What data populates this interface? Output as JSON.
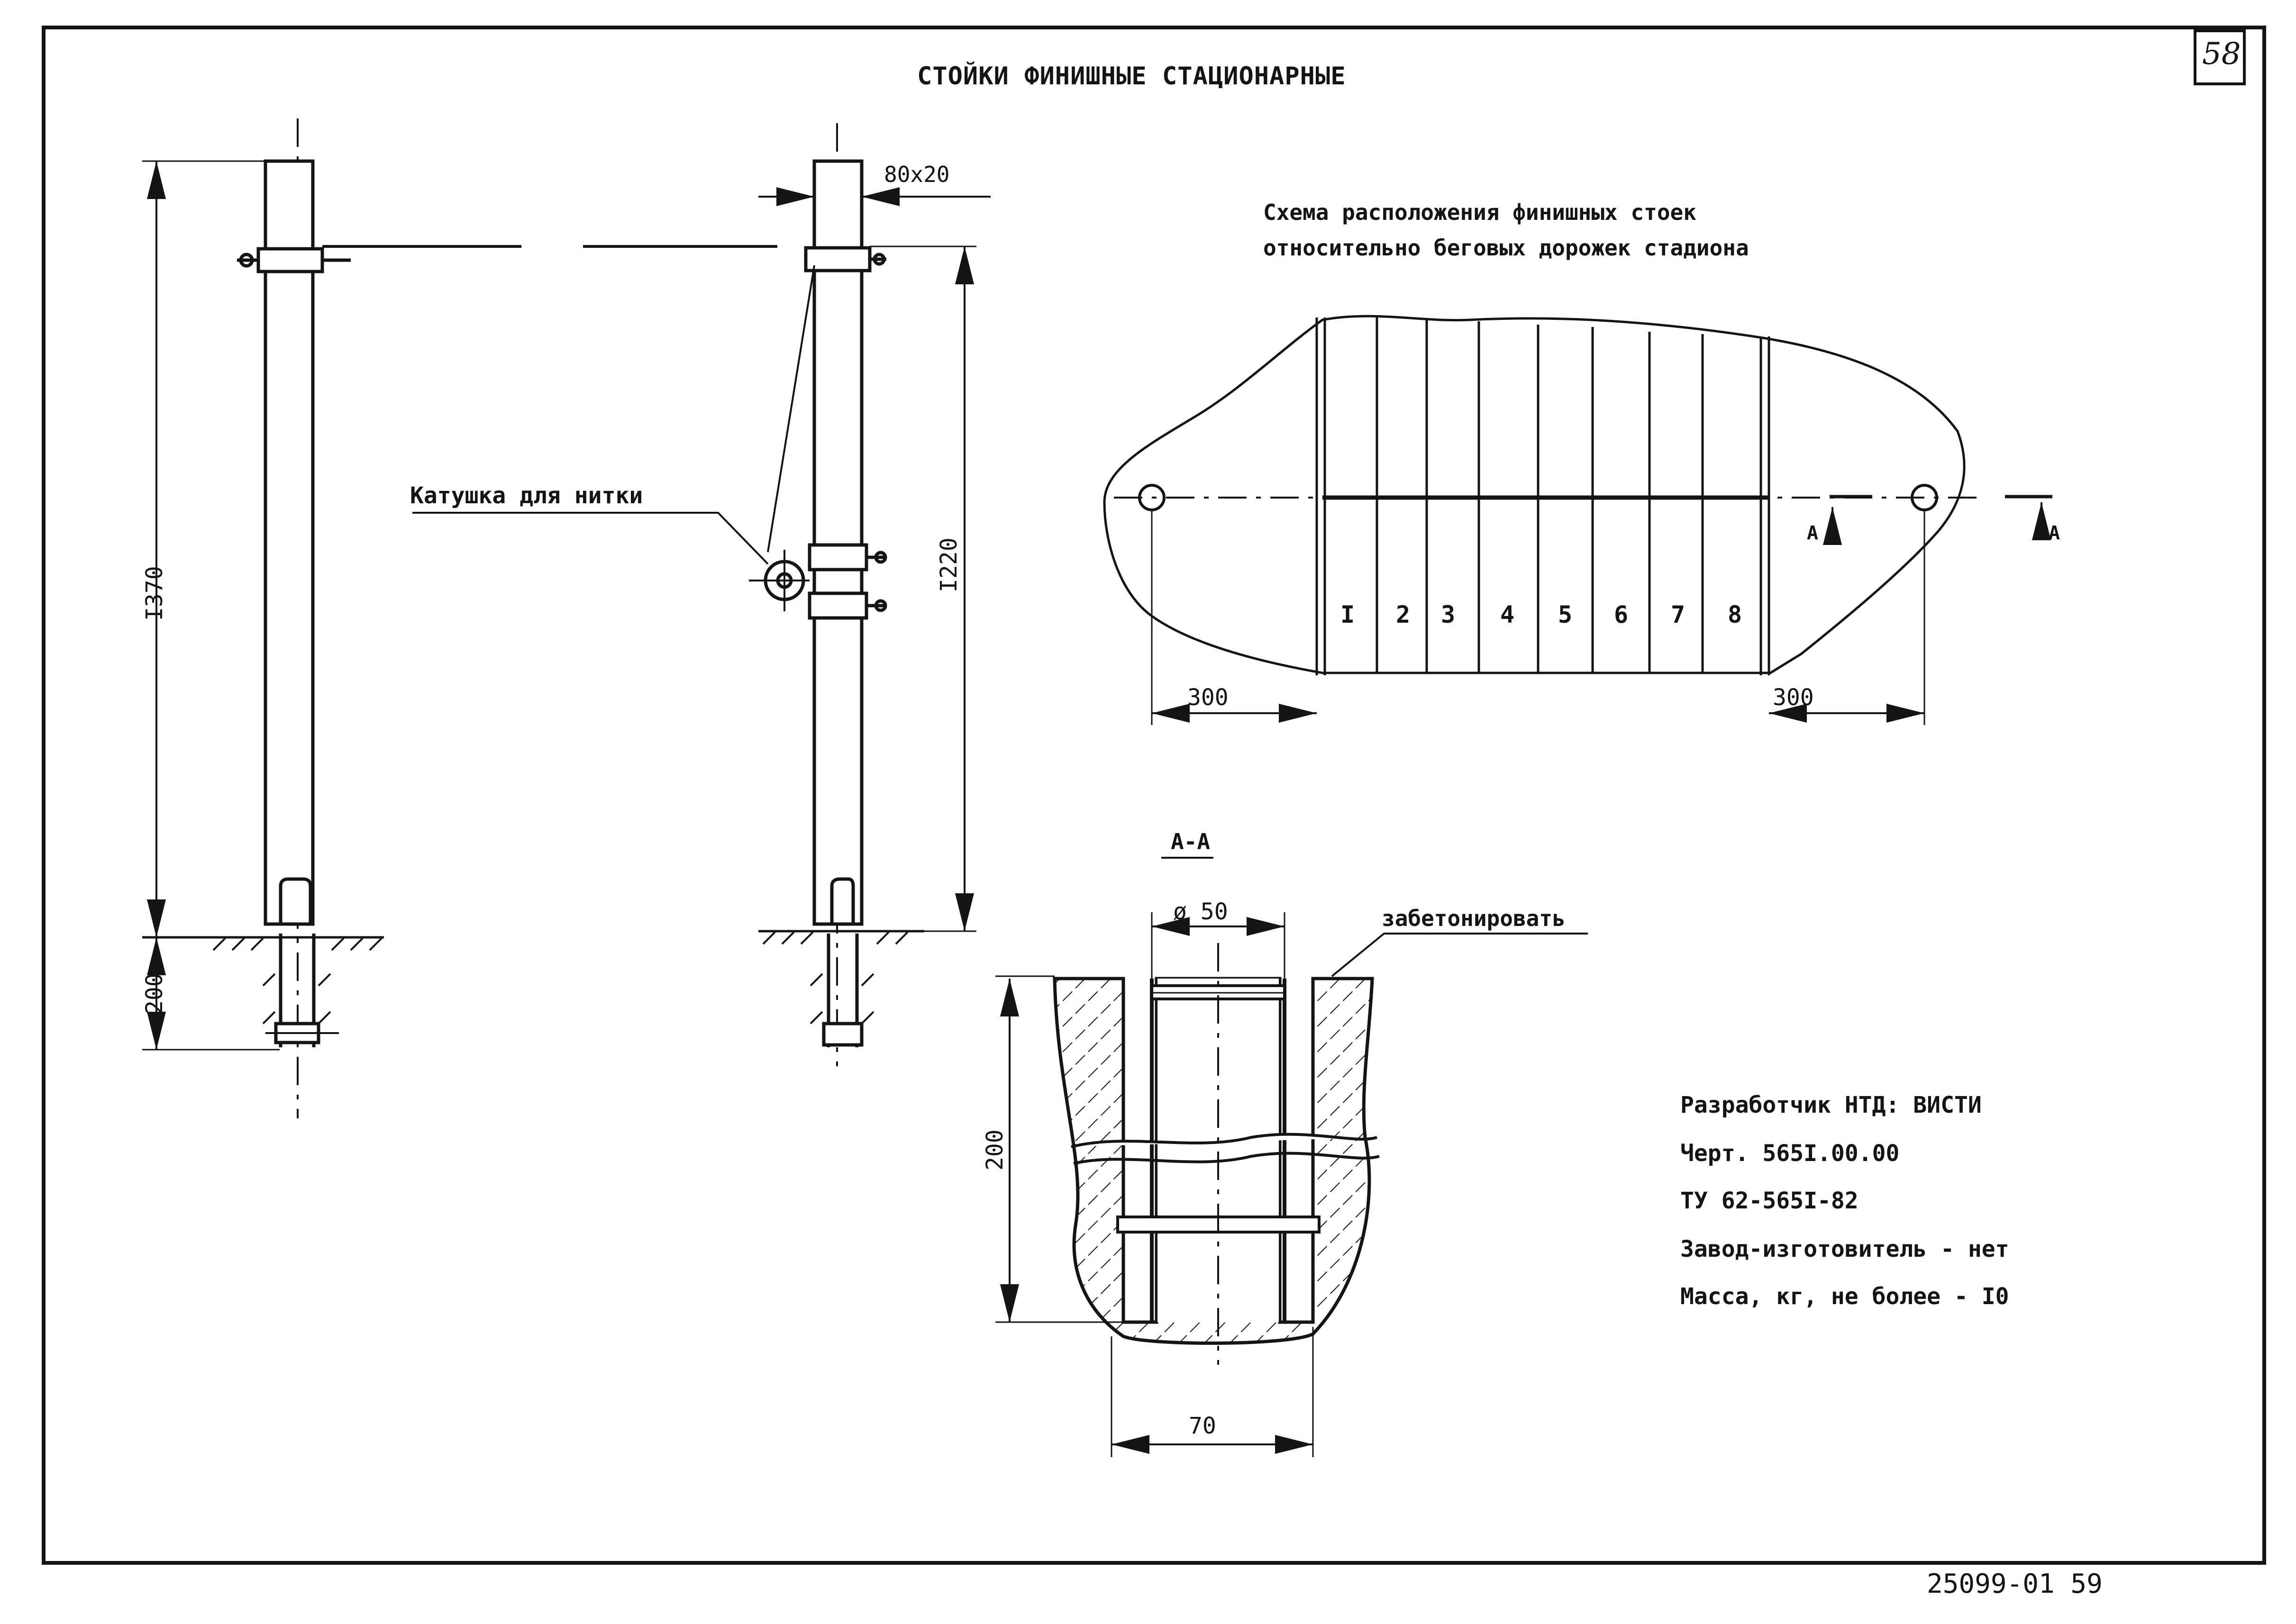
{
  "title": "СТОЙКИ ФИНИШНЫЕ СТАЦИОНАРНЫЕ",
  "page_number": "58",
  "scheme_title": [
    "Схема расположения финишных стоек",
    "относительно беговых дорожек стадиона"
  ],
  "labels": {
    "coil": "Катушка для нитки",
    "size_80x20": "80х20",
    "dim_1370": "I370",
    "dim_200_left": "200",
    "dim_1220": "I220",
    "dim_300_left": "300",
    "dim_300_right": "300",
    "section_mark_left": "А",
    "section_mark_right": "А",
    "section_title": "А-А",
    "diameter": "ø 50",
    "concrete_note": "забетонировать",
    "dim_200_section": "200",
    "dim_70": "70"
  },
  "lanes": [
    "I",
    "2",
    "3",
    "4",
    "5",
    "6",
    "7",
    "8"
  ],
  "info": [
    "Разработчик НТД: ВИСТИ",
    "Черт. 565I.00.00",
    "ТУ 62-565I-82",
    "Завод-изготовитель - нет",
    "Масса, кг, не более - I0"
  ],
  "stamp": "25099-01  59"
}
